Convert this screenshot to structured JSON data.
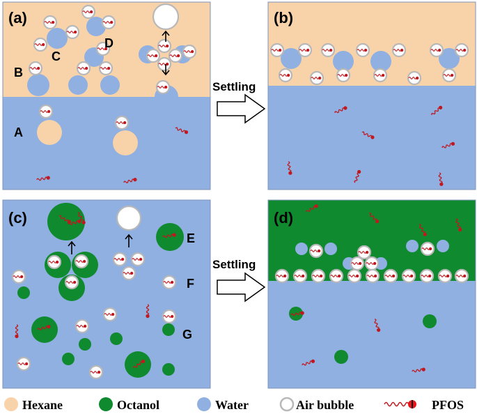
{
  "colors": {
    "hexane": "#f8d3aa",
    "octanol": "#0f8a2e",
    "water": "#8fb0e1",
    "bubble_fill": "#ffffff",
    "bubble_ring": "#b8b8b8",
    "pfos_tail": "#c0181e",
    "pfos_head": "#c0181e",
    "panel_border": "#7f93b8"
  },
  "panels": {
    "a": {
      "tag": "(a)"
    },
    "b": {
      "tag": "(b)"
    },
    "c": {
      "tag": "(c)"
    },
    "d": {
      "tag": "(d)"
    }
  },
  "region_labels": {
    "A": "A",
    "B": "B",
    "C": "C",
    "D": "D",
    "E": "E",
    "F": "F",
    "G": "G"
  },
  "arrows": {
    "top": {
      "label": "Settling"
    },
    "bottom": {
      "label": "Settling"
    }
  },
  "legend": [
    {
      "name": "Hexane",
      "icon": "hexane-swatch-icon"
    },
    {
      "name": "Octanol",
      "icon": "octanol-swatch-icon"
    },
    {
      "name": "Water",
      "icon": "water-swatch-icon"
    },
    {
      "name": "Air bubble",
      "icon": "air-bubble-icon"
    },
    {
      "name": "PFOS",
      "icon": "pfos-molecule-icon"
    }
  ]
}
